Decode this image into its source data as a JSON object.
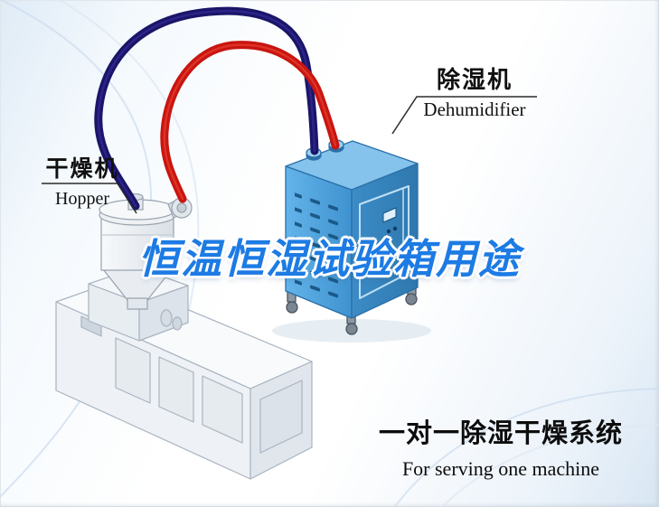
{
  "scene": {
    "title_overlay": "恒温恒湿试验箱用途",
    "machine_labels": {
      "dehumidifier": {
        "cn": "除湿机",
        "en": "Dehumidifier"
      },
      "hopper": {
        "cn": "干燥机",
        "en": "Hopper"
      }
    },
    "caption": {
      "cn": "一对一除湿干燥系统",
      "en": "For serving one machine"
    },
    "colors": {
      "title_blue": "#1d7be4",
      "dehumidifier_blue": "#4fa6e2",
      "pipe_navy": "#1b1569",
      "pipe_red": "#c9150f",
      "label_text": "#101010"
    }
  }
}
